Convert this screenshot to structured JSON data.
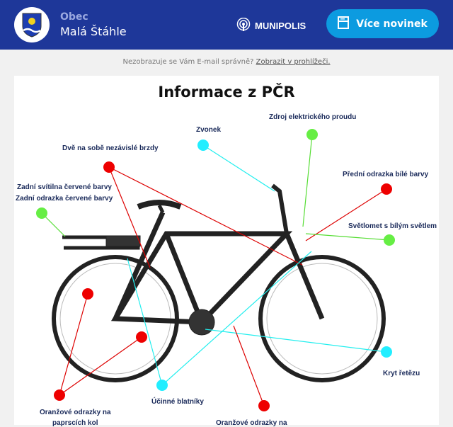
{
  "header": {
    "obec": "Obec",
    "town": "Malá Štáhle",
    "brand": "MUNIPOLIS",
    "more_button": "Více novinek"
  },
  "notice": {
    "text": "Nezobrazuje se Vám E-mail správně?",
    "link": "Zobrazit v prohlížeči."
  },
  "article": {
    "title": "Informace z PČR"
  },
  "labels": {
    "zdroj": "Zdroj elektrického proudu",
    "zvonek": "Zvonek",
    "brzdy": "Dvě na sobě nezávislé brzdy",
    "predni": "Přední odrazka bílé barvy",
    "zadni1": "Zadní svítilna červené barvy",
    "zadni2": "Zadní odrazka červené barvy",
    "svetlomet": "Světlomet s bílým světlem",
    "kryt": "Kryt řetězu",
    "blatniky": "Účinné blatníky",
    "oranz1a": "Oranžové odrazky na",
    "oranz1b": "paprscích kol",
    "oranz2": "Oranžové odrazky na"
  },
  "colors": {
    "header": "#1e3799",
    "button": "#0c9be0",
    "red": "#ee0000",
    "green": "#66ee44",
    "cyan": "#22eeff"
  }
}
